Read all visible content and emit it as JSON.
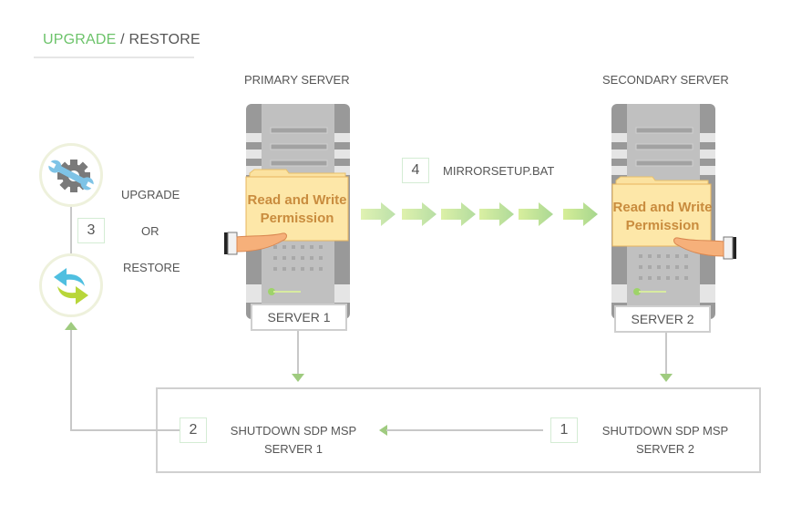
{
  "header": {
    "title_highlight": "UPGRADE",
    "title_separator": " / ",
    "title_rest": "RESTORE"
  },
  "colors": {
    "accent_green": "#6cc36a",
    "arrow_green": "#9fcb7f",
    "step_box_border": "#d4ecd4",
    "folder_text": "#c98c3e"
  },
  "left_panel": {
    "step_number": "3",
    "upgrade_label": "UPGRADE",
    "or_label": "OR",
    "restore_label": "RESTORE",
    "upgrade_icon": "wrench-gear-icon",
    "restore_icon": "sync-arrows-icon"
  },
  "primary": {
    "heading": "PRIMARY SERVER",
    "folder_line1": "Read and Write",
    "folder_line2": "Permission",
    "server_label": "SERVER 1"
  },
  "secondary": {
    "heading": "SECONDARY SERVER",
    "folder_line1": "Read and Write",
    "folder_line2": "Permission",
    "server_label": "SERVER 2"
  },
  "mirror": {
    "step_number": "4",
    "label": "MIRRORSETUP.BAT",
    "arrow_count": 6
  },
  "shutdown": {
    "step1_number": "1",
    "step1_line1": "SHUTDOWN SDP MSP",
    "step1_line2": "SERVER 2",
    "step2_number": "2",
    "step2_line1": "SHUTDOWN SDP MSP",
    "step2_line2": "SERVER 1"
  }
}
